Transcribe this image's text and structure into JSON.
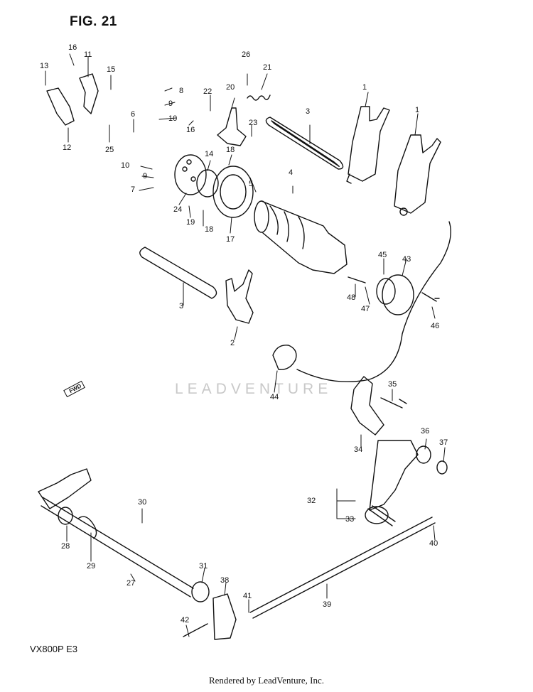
{
  "figure": {
    "title": "FIG. 21",
    "model": "VX800P  E3",
    "credit": "Rendered by LeadVenture, Inc.",
    "watermark": "LEADVENTURE",
    "fwd_label": "FWD"
  },
  "callouts": [
    "1",
    "1",
    "2",
    "3",
    "3",
    "4",
    "5",
    "6",
    "7",
    "8",
    "9",
    "9",
    "10",
    "10",
    "11",
    "12",
    "13",
    "14",
    "15",
    "16",
    "16",
    "17",
    "18",
    "18",
    "19",
    "20",
    "21",
    "22",
    "23",
    "24",
    "25",
    "26",
    "27",
    "28",
    "29",
    "30",
    "31",
    "32",
    "33",
    "34",
    "35",
    "36",
    "37",
    "38",
    "39",
    "40",
    "41",
    "42",
    "43",
    "44",
    "45",
    "46",
    "47",
    "48"
  ]
}
